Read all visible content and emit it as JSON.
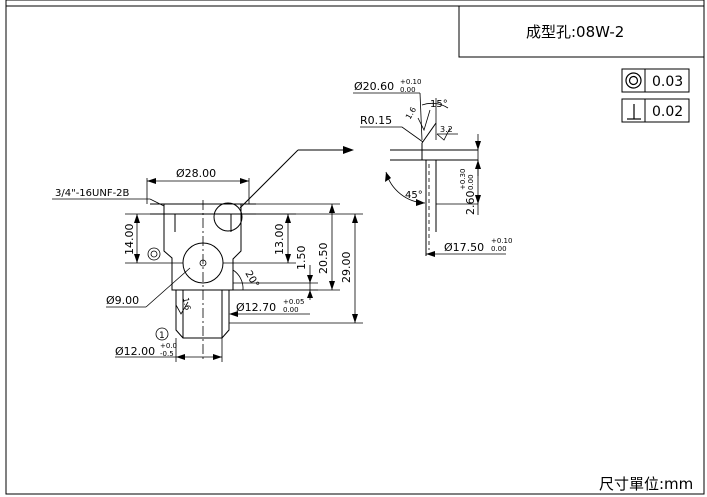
{
  "title_block": {
    "part_label": "成型孔:08W-2",
    "unit_note": "尺寸單位:mm"
  },
  "tolerances": {
    "concentricity": "0.03",
    "perpendicularity": "0.02"
  },
  "dimensions": {
    "d28": "Ø28.00",
    "thread": "3/4\"-16UNF-2B",
    "h14": "14.00",
    "h13": "13.00",
    "h150": "1.50",
    "h2050": "20.50",
    "h29": "29.00",
    "d9": "Ø9.00",
    "d1270": "Ø12.70",
    "d1270_tol_up": "+0.05",
    "d1270_tol_dn": "0.00",
    "d12": "Ø12.00",
    "d12_tol_up": "+0.0",
    "d12_tol_dn": "-0.5",
    "angle_20": "20°",
    "surface_16": "1.6",
    "note_circle": "1"
  },
  "detail": {
    "d2060": "Ø20.60",
    "d2060_tol_up": "+0.10",
    "d2060_tol_dn": "0.00",
    "angle_15": "15°",
    "r015": "R0.15",
    "surface_16": "1.6",
    "surface_32": "3.2",
    "tol_030_up": "+0.30",
    "tol_030_dn": "0.00",
    "h260": "2.60",
    "angle_45": "45°",
    "d1750": "Ø17.50",
    "d1750_tol_up": "+0.10",
    "d1750_tol_dn": "0.00"
  }
}
